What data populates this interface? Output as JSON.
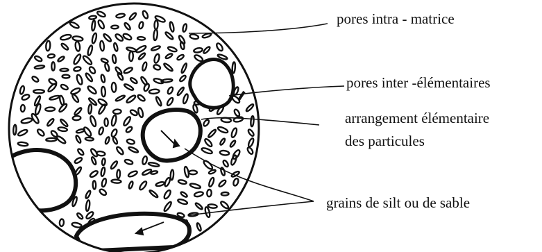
{
  "labels": {
    "intra_matrice": "pores intra - matrice",
    "inter_elementaires": "pores inter -élémentaires",
    "arrangement_line1": "arrangement élémentaire",
    "arrangement_line2": "des particules",
    "grains": "grains de silt ou de sable"
  },
  "colors": {
    "ink": "#111111",
    "background": "#ffffff"
  }
}
